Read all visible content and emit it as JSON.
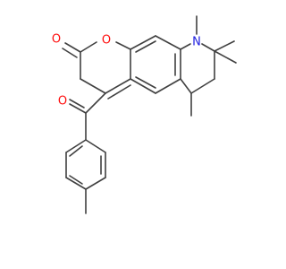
{
  "structure": {
    "atoms": {
      "carbonyl_oxygen_left": {
        "label": "O",
        "color": "#ff0d0d"
      },
      "ring_oxygen": {
        "label": "O",
        "color": "#ff0d0d"
      },
      "carbonyl_oxygen_top": {
        "label": "O",
        "color": "#ff0d0d"
      },
      "amine_nitrogen": {
        "label": "N",
        "color": "#2020e0"
      }
    },
    "bond_color": "#404040"
  }
}
